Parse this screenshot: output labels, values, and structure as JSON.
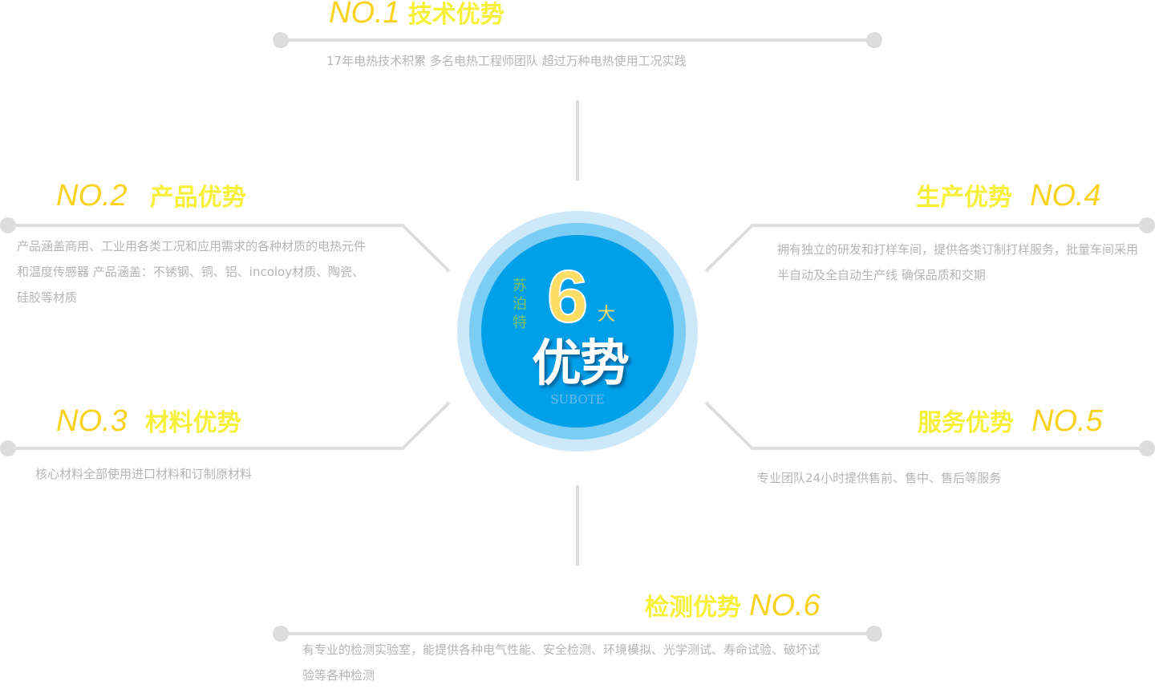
{
  "center": {
    "brand_vertical": "苏泊特",
    "number": "6",
    "suffix": "大",
    "title": "优势",
    "brand_latin": "SUBOTE"
  },
  "colors": {
    "no_color": "#f9d21f",
    "title_color": "#f7f03a",
    "line_color": "#dddddd",
    "circle_inner": "#00a0e9",
    "circle_mid": "#7bcdf3",
    "circle_outer": "#cde9f9"
  },
  "items": [
    {
      "no": "NO.1",
      "title": "技术优势",
      "desc": "17年电热技术积累 多名电热工程师团队 超过万种电热使用工况实践"
    },
    {
      "no": "NO.2",
      "title": "产品优势",
      "desc": "产品涵盖商用、工业用各类工况和应用需求的各种材质的电热元件和温度传感器 产品涵盖：不锈钢、铜、铝、incoloy材质、陶瓷、硅胶等材质"
    },
    {
      "no": "NO.3",
      "title": "材料优势",
      "desc": "核心材料全部使用进口材料和订制原材料"
    },
    {
      "no": "NO.4",
      "title": "生产优势",
      "desc": "拥有独立的研发和打样车间，提供各类订制打样服务，批量车间采用半自动及全自动生产线 确保品质和交期"
    },
    {
      "no": "NO.5",
      "title": "服务优势",
      "desc": "专业团队24小时提供售前、售中、售后等服务"
    },
    {
      "no": "NO.6",
      "title": "检测优势",
      "desc": "有专业的检测实验室，能提供各种电气性能、安全检测、环境模拟、光学测试、寿命试验、破坏试验等各种检测"
    }
  ]
}
